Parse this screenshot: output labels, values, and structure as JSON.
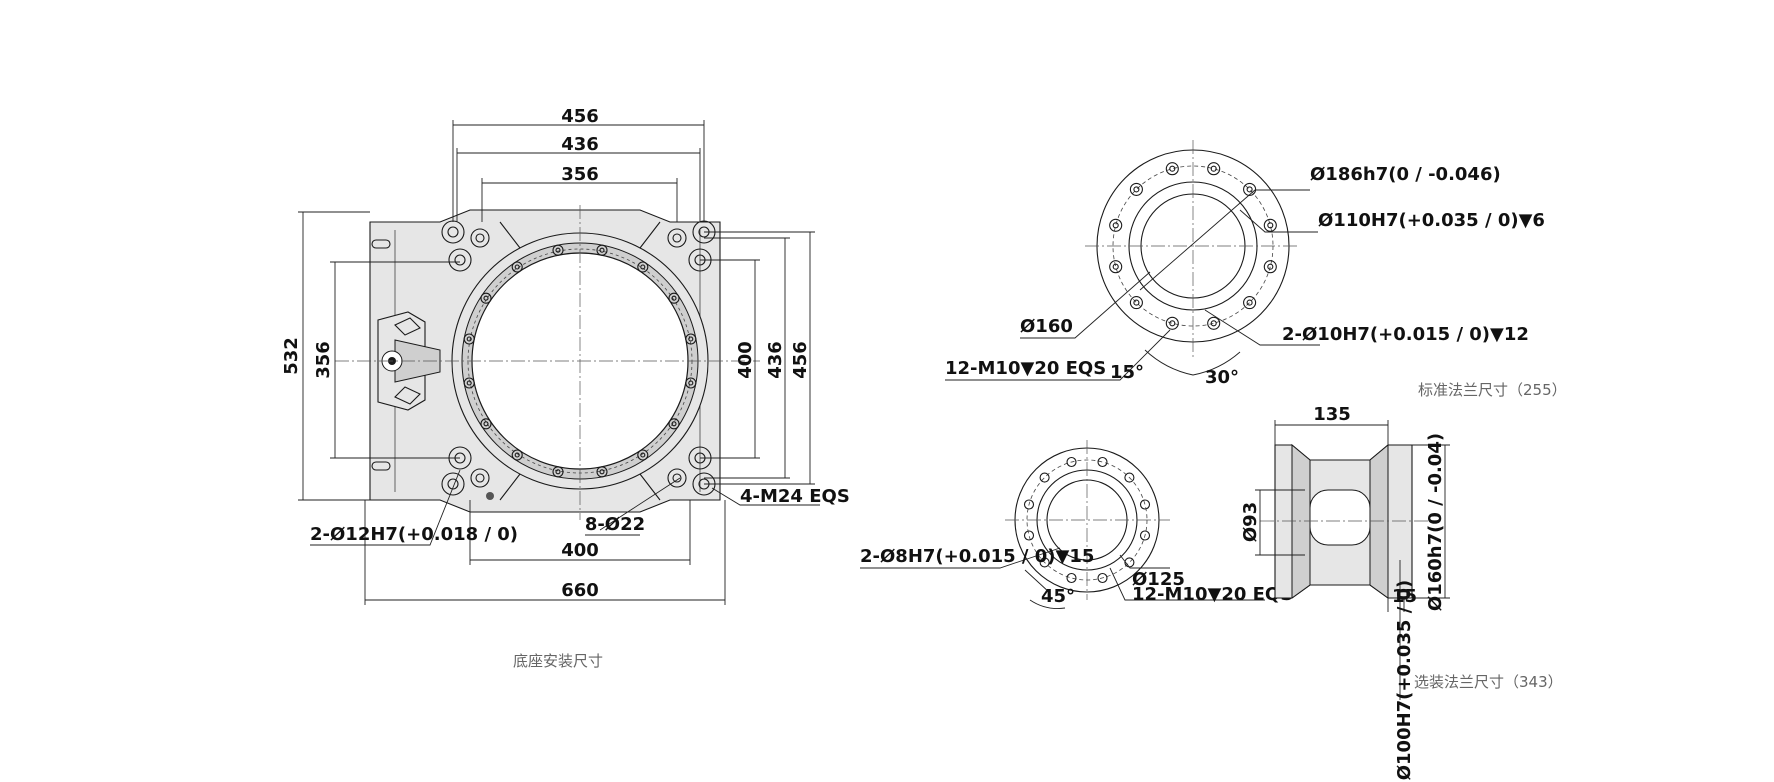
{
  "base": {
    "caption": "底座安装尺寸",
    "dims": {
      "w456": "456",
      "w436": "436",
      "w356": "356",
      "h532": "532",
      "h356": "356",
      "r400": "400",
      "r436": "436",
      "r456": "456",
      "b400": "400",
      "b660": "660",
      "holes8": "8-Ø22",
      "m24": "4-M24 EQS",
      "pin12": "2-Ø12H7(+0.018 / 0)"
    }
  },
  "std_flange": {
    "caption": "标准法兰尺寸（255）",
    "dims": {
      "d186": "Ø186h7(0 / -0.046)",
      "d110": "Ø110H7(+0.035 / 0)▼6",
      "d160": "Ø160",
      "pin10": "2-Ø10H7(+0.015 / 0)▼12",
      "m10": "12-M10▼20 EQS",
      "a15": "15°",
      "a30": "30°"
    }
  },
  "opt_flange": {
    "caption": "选装法兰尺寸（343）",
    "dims": {
      "pin8": "2-Ø8H7(+0.015 / 0)▼15",
      "d125": "Ø125",
      "m10": "12-M10▼20 EQS",
      "a45": "45°",
      "w135": "135",
      "d93": "Ø93",
      "d160": "Ø160h7(0 / -0.04)",
      "h15": "15",
      "d100": "Ø100H7(+0.035 / 0)"
    }
  }
}
